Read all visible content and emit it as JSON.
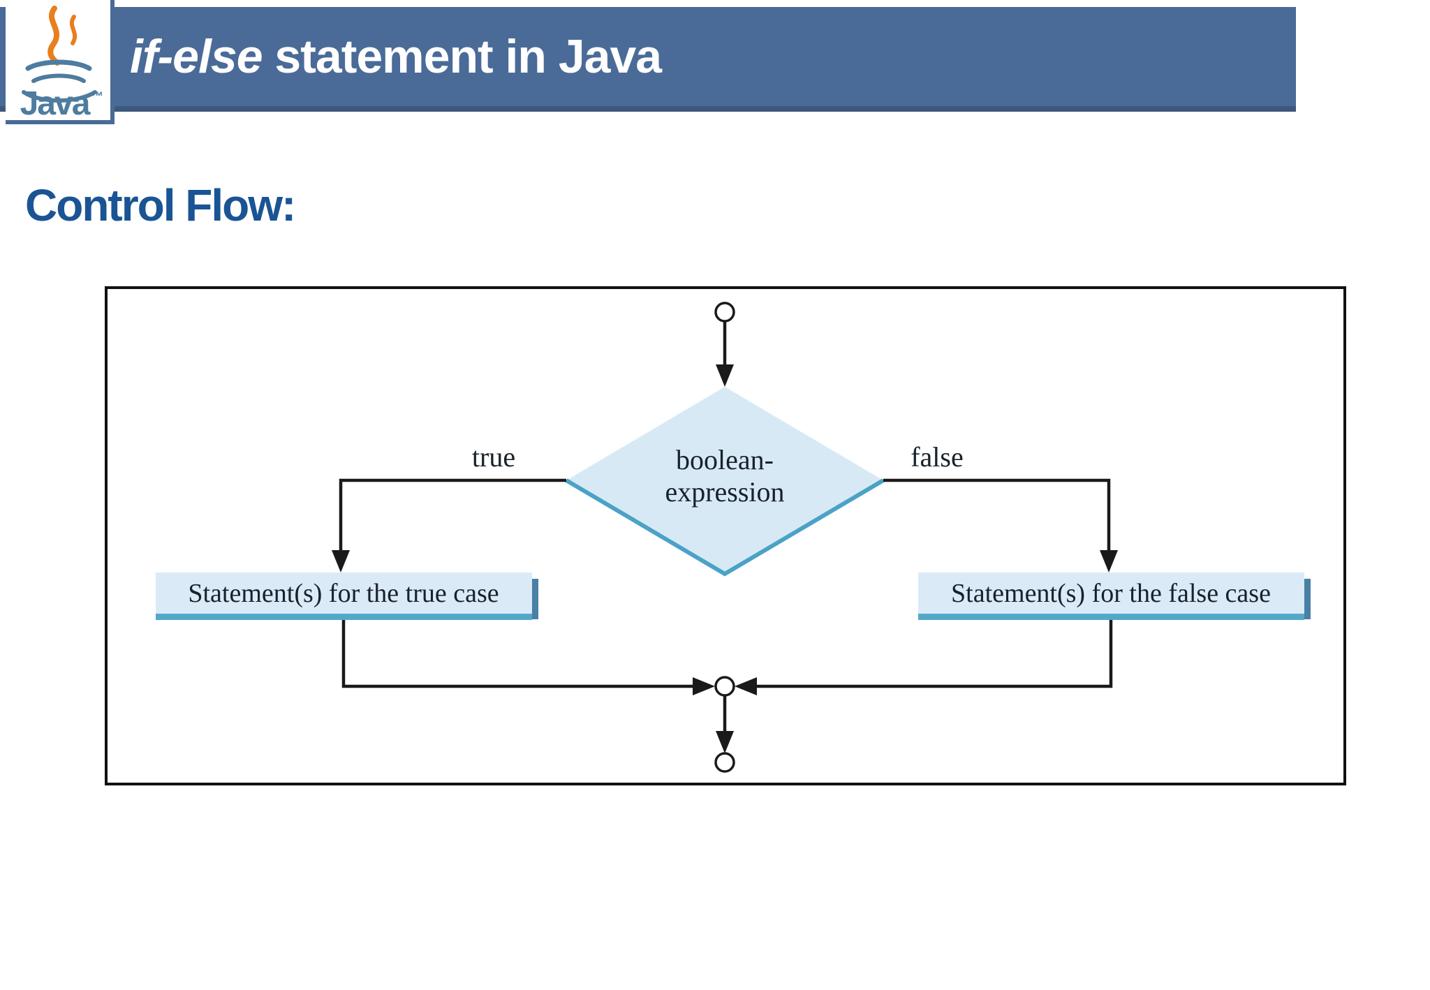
{
  "slide": {
    "header": {
      "title_italic": "if-else",
      "title_rest": " statement in Java",
      "logo": {
        "icon": "java-logo",
        "wordmark": "Java",
        "trademark": "™"
      }
    },
    "heading": "Control Flow:",
    "flowchart": {
      "type": "flowchart",
      "start_node": "start-circle",
      "condition_line1": "boolean-",
      "condition_line2": "expression",
      "true_label": "true",
      "false_label": "false",
      "true_box": "Statement(s) for the true case",
      "false_box": "Statement(s) for the false case",
      "end_node": "end-circle",
      "edges": [
        "start -> boolean-expression",
        "boolean-expression -true-> Statement(s) for the true case",
        "boolean-expression -false-> Statement(s) for the false case",
        "Statement(s) for the true case -> merge",
        "Statement(s) for the false case -> merge",
        "merge -> end"
      ]
    },
    "colors": {
      "header_bar": "#4A6B98",
      "header_bar_shadow": "#3D577E",
      "title_text": "#FFFFFF",
      "heading_text": "#1A5494",
      "diamond_fill": "#D8E9F6",
      "diamond_edge": "#4BA2C7",
      "box_fill": "#DBEAF7",
      "box_bottom_edge": "#53A8CA",
      "box_right_shadow": "#4A7FA6",
      "flow_line": "#1A1A1A",
      "java_orange": "#E87E1E",
      "java_blue": "#4E7CA0"
    }
  }
}
